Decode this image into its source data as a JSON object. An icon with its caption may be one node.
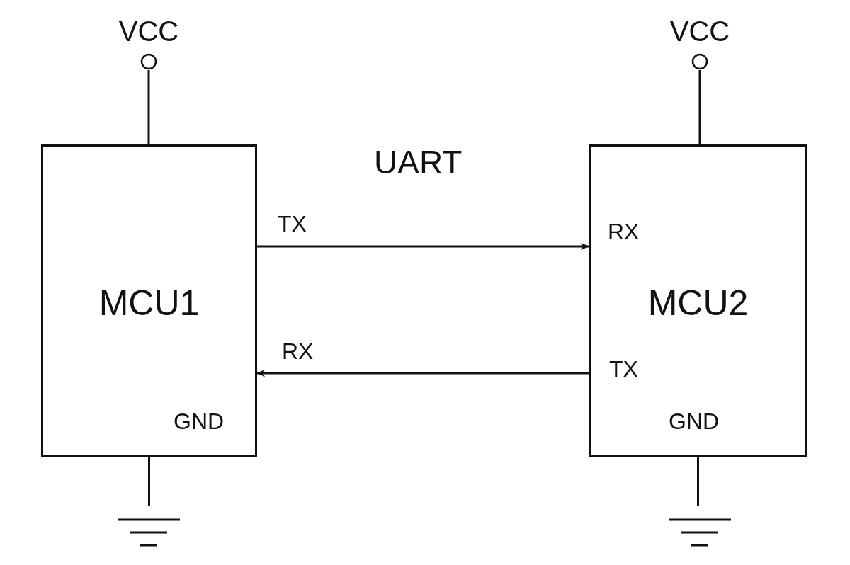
{
  "diagram": {
    "nodes": [
      {
        "text": [
          "VCC"
        ]
      },
      {
        "text": [
          "VCC"
        ]
      },
      {
        "text": [
          "MCU1",
          "GND"
        ]
      },
      {
        "text": [
          "MCU2",
          "RX",
          "TX",
          "GND"
        ]
      },
      {
        "text": [],
        "shape": "ground"
      },
      {
        "text": [],
        "shape": "ground"
      }
    ],
    "edges": [
      {
        "from": 0,
        "to": 2,
        "arrow": "none"
      },
      {
        "from": 1,
        "to": 3,
        "arrow": "none"
      },
      {
        "from": 2,
        "to": 3,
        "arrow": "to",
        "label": "TX"
      },
      {
        "from": 3,
        "to": 2,
        "arrow": "to",
        "label": "RX"
      },
      {
        "from": 2,
        "to": 4,
        "arrow": "none"
      },
      {
        "from": 3,
        "to": 5,
        "arrow": "none"
      }
    ],
    "labels": [
      "UART"
    ]
  }
}
